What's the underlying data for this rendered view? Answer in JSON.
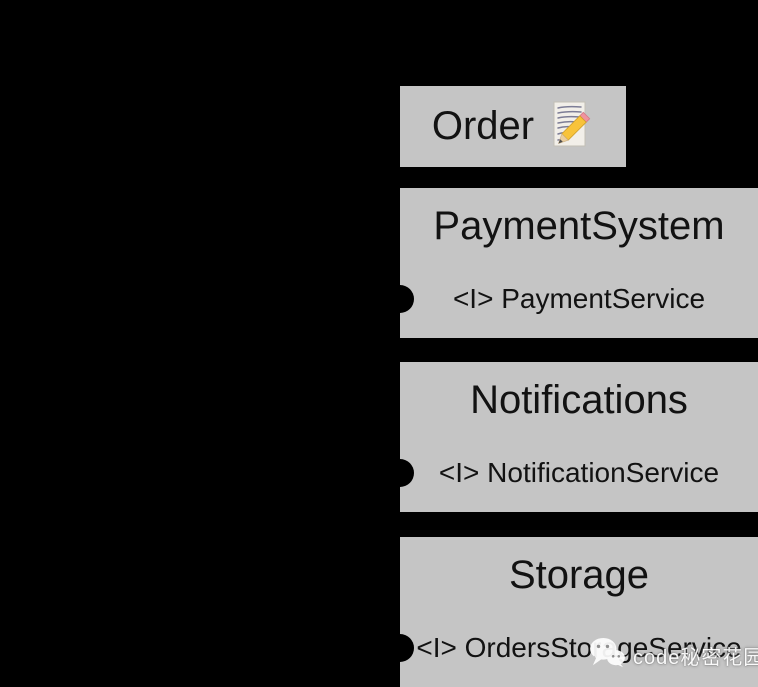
{
  "diagram": {
    "background": "#000000",
    "node_fill": "#c5c5c5",
    "text_color": "#121212"
  },
  "order_node": {
    "title": "Order",
    "icon": "memo-icon"
  },
  "components": [
    {
      "name": "PaymentSystem",
      "interface": "<I> PaymentService"
    },
    {
      "name": "Notifications",
      "interface": "<I> NotificationService"
    },
    {
      "name": "Storage",
      "interface": "<I> OrdersStorageService"
    }
  ],
  "watermark": {
    "icon": "wechat-icon",
    "text": "code秘密花园"
  }
}
